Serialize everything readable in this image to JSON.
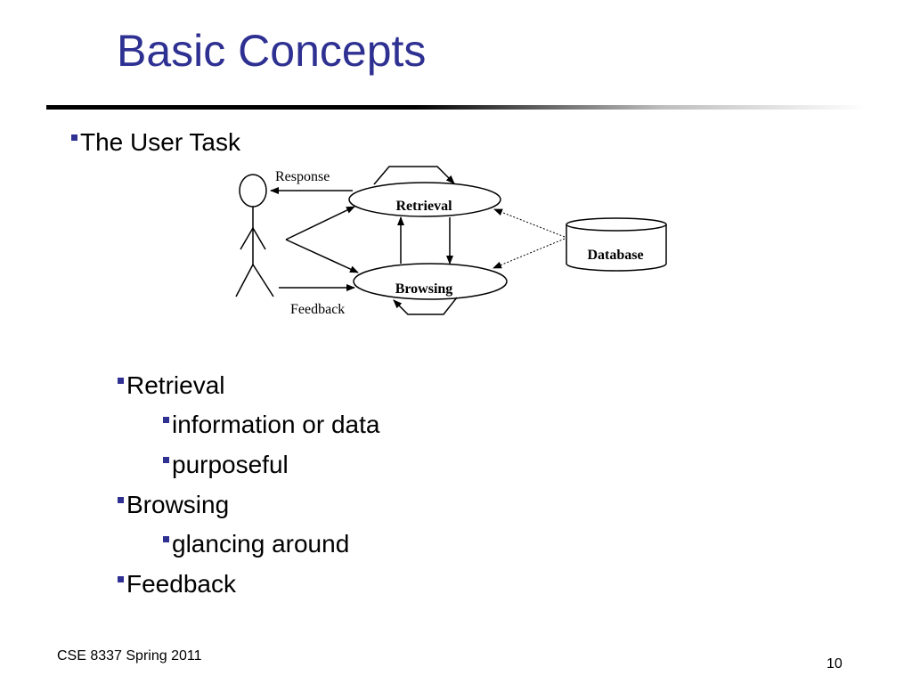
{
  "slide": {
    "title": "Basic Concepts",
    "footer_left": "CSE 8337 Spring 2011",
    "page_number": "10",
    "accent_color": "#2e3092"
  },
  "bullets": {
    "top": "The User Task",
    "items": [
      {
        "level": 1,
        "text": "Retrieval"
      },
      {
        "level": 2,
        "text": "information or data"
      },
      {
        "level": 2,
        "text": "purposeful"
      },
      {
        "level": 1,
        "text": "Browsing"
      },
      {
        "level": 2,
        "text": "glancing around"
      },
      {
        "level": 1,
        "text": "Feedback"
      }
    ]
  },
  "diagram": {
    "response_label": "Response",
    "feedback_label": "Feedback",
    "retrieval_label": "Retrieval",
    "browsing_label": "Browsing",
    "database_label": "Database"
  }
}
